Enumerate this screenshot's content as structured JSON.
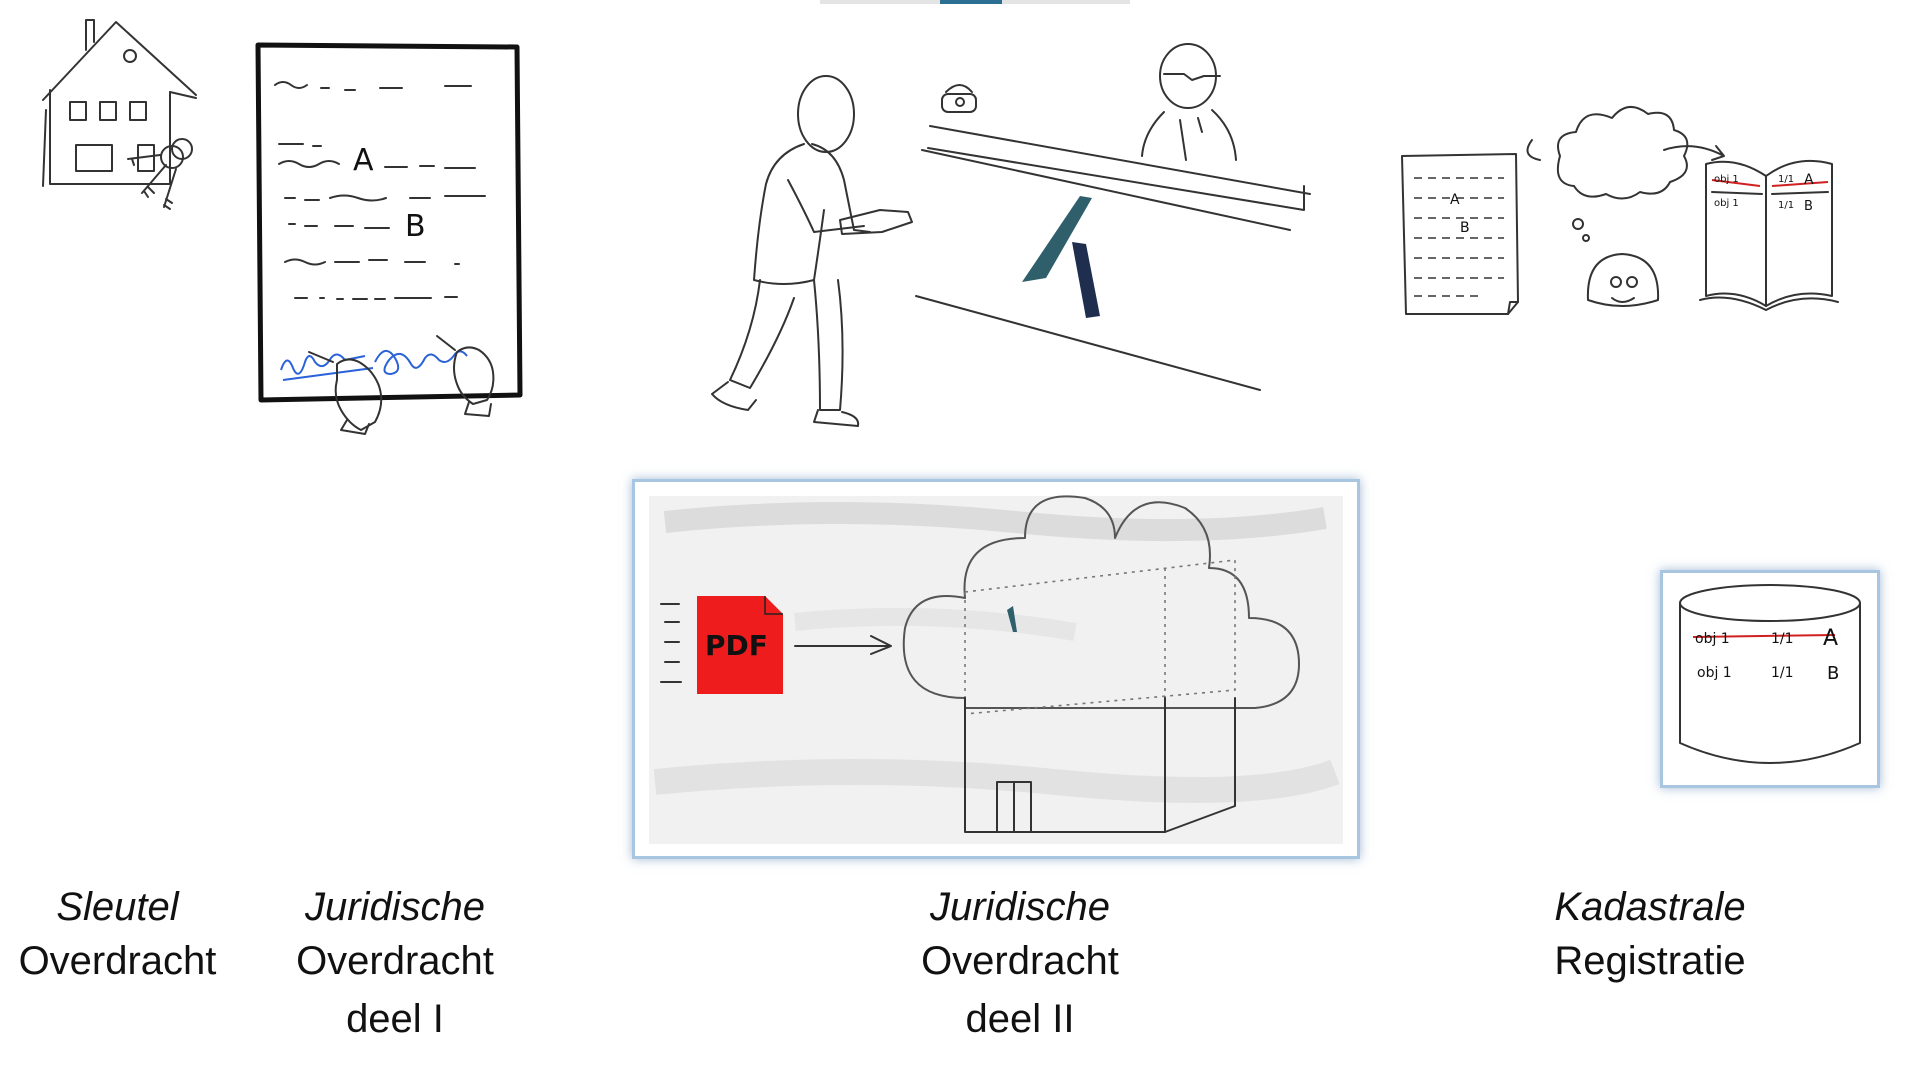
{
  "colors": {
    "frame_border": "#a9c6e0",
    "pdf_red": "#ee1c1c",
    "signature_blue": "#2a62d8",
    "logo_teal": "#2e5f6b",
    "logo_navy": "#1f2e4f",
    "strike_red": "#d02020"
  },
  "icons": [
    "house-icon",
    "keys-icon",
    "deed-document-icon",
    "signing-hands-icon",
    "walking-person-icon",
    "notary-desk-icon",
    "notary-logo-icon",
    "telephone-icon",
    "thought-cloud-icon",
    "smiley-icon",
    "register-book-icon",
    "pdf-file-icon",
    "cloud-building-icon",
    "database-cylinder-icon"
  ],
  "deed": {
    "party_a": "A",
    "party_b": "B"
  },
  "register": {
    "row1": {
      "object": "obj 1",
      "share": "1/1",
      "owner": "A"
    },
    "row2": {
      "object": "obj 1",
      "share": "1/1",
      "owner": "B"
    }
  },
  "pdf": {
    "label": "PDF"
  },
  "captions": {
    "sleutel": {
      "line1": "Sleutel",
      "line2": "Overdracht"
    },
    "juridisch1": {
      "line1": "Juridische",
      "line2": "Overdracht",
      "line3": "deel I"
    },
    "juridisch2": {
      "line1": "Juridische",
      "line2": "Overdracht",
      "line3": "deel II"
    },
    "kadastraal": {
      "line1": "Kadastrale",
      "line2": "Registratie"
    }
  }
}
